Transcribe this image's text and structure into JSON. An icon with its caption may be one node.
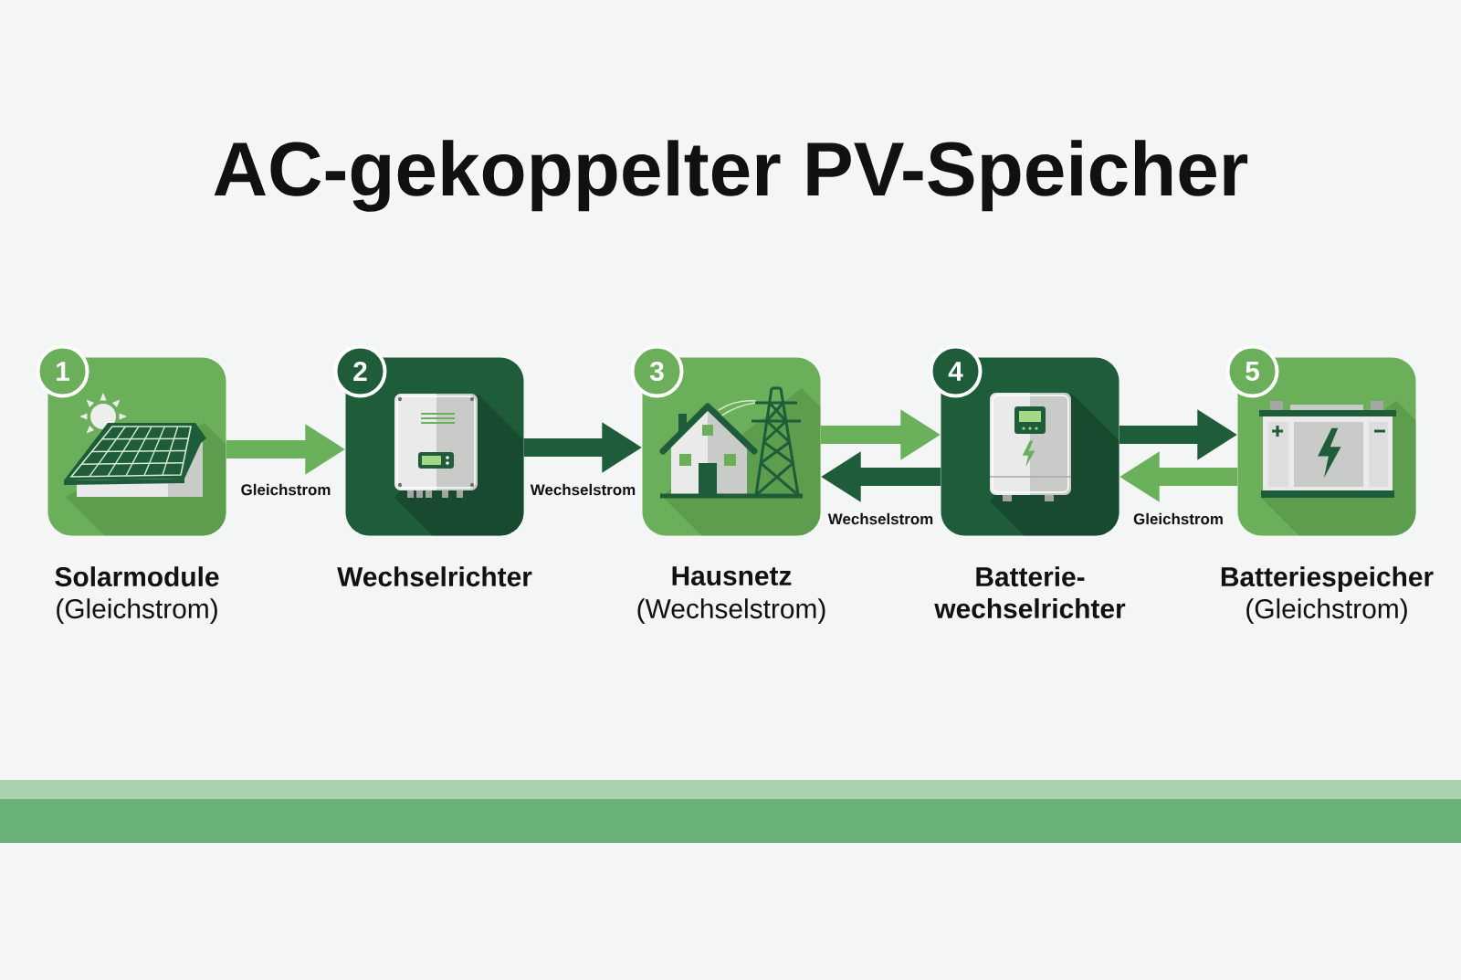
{
  "diagram": {
    "title": "AC-gekoppelter PV-Speicher",
    "nodes": [
      {
        "text": [
          "1",
          "Solarmodule",
          "(Gleichstrom)"
        ]
      },
      {
        "text": [
          "2",
          "Wechselrichter"
        ]
      },
      {
        "text": [
          "3",
          "Hausnetz",
          "(Wechselstrom)"
        ]
      },
      {
        "text": [
          "4",
          "Batterie- wechselrichter"
        ]
      },
      {
        "text": [
          "5",
          "Batteriespeicher",
          "(Gleichstrom)"
        ]
      }
    ],
    "edges": [
      {
        "from": 0,
        "to": 1,
        "arrow": "to",
        "label": "Gleichstrom",
        "color": "#6bb05b"
      },
      {
        "from": 1,
        "to": 2,
        "arrow": "to",
        "label": "Wechselstrom",
        "color": "#1f5c3a"
      },
      {
        "from": 2,
        "to": 3,
        "arrow": "to",
        "color": "#6bb05b"
      },
      {
        "from": 3,
        "to": 2,
        "arrow": "to",
        "label": "Wechselstrom",
        "color": "#1f5c3a"
      },
      {
        "from": 3,
        "to": 4,
        "arrow": "to",
        "color": "#1f5c3a"
      },
      {
        "from": 4,
        "to": 3,
        "arrow": "to",
        "label": "Gleichstrom",
        "color": "#6bb05b"
      }
    ]
  }
}
